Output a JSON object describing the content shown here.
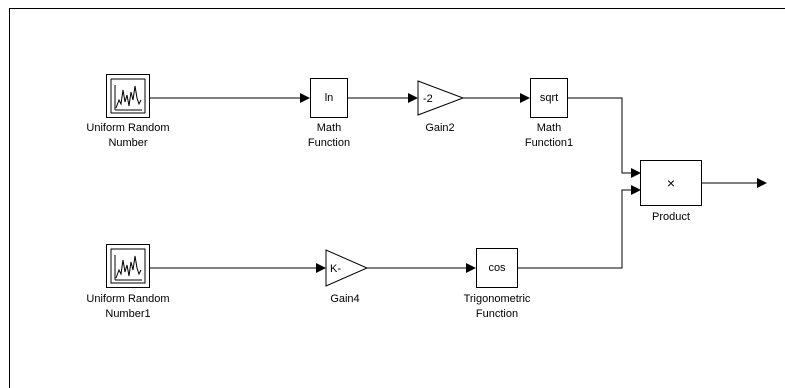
{
  "blocks": {
    "urn1": {
      "label_line1": "Uniform Random",
      "label_line2": "Number"
    },
    "math_fn": {
      "text": "ln",
      "label_line1": "Math",
      "label_line2": "Function"
    },
    "gain2": {
      "text": "-2",
      "label": "Gain2"
    },
    "math_fn1": {
      "text": "sqrt",
      "label_line1": "Math",
      "label_line2": "Function1"
    },
    "product": {
      "text": "×",
      "label": "Product"
    },
    "urn2": {
      "label_line1": "Uniform Random",
      "label_line2": "Number1"
    },
    "gain4": {
      "text": "K-",
      "label": "Gain4"
    },
    "trig": {
      "text": "cos",
      "label_line1": "Trigonometric",
      "label_line2": "Function"
    }
  }
}
